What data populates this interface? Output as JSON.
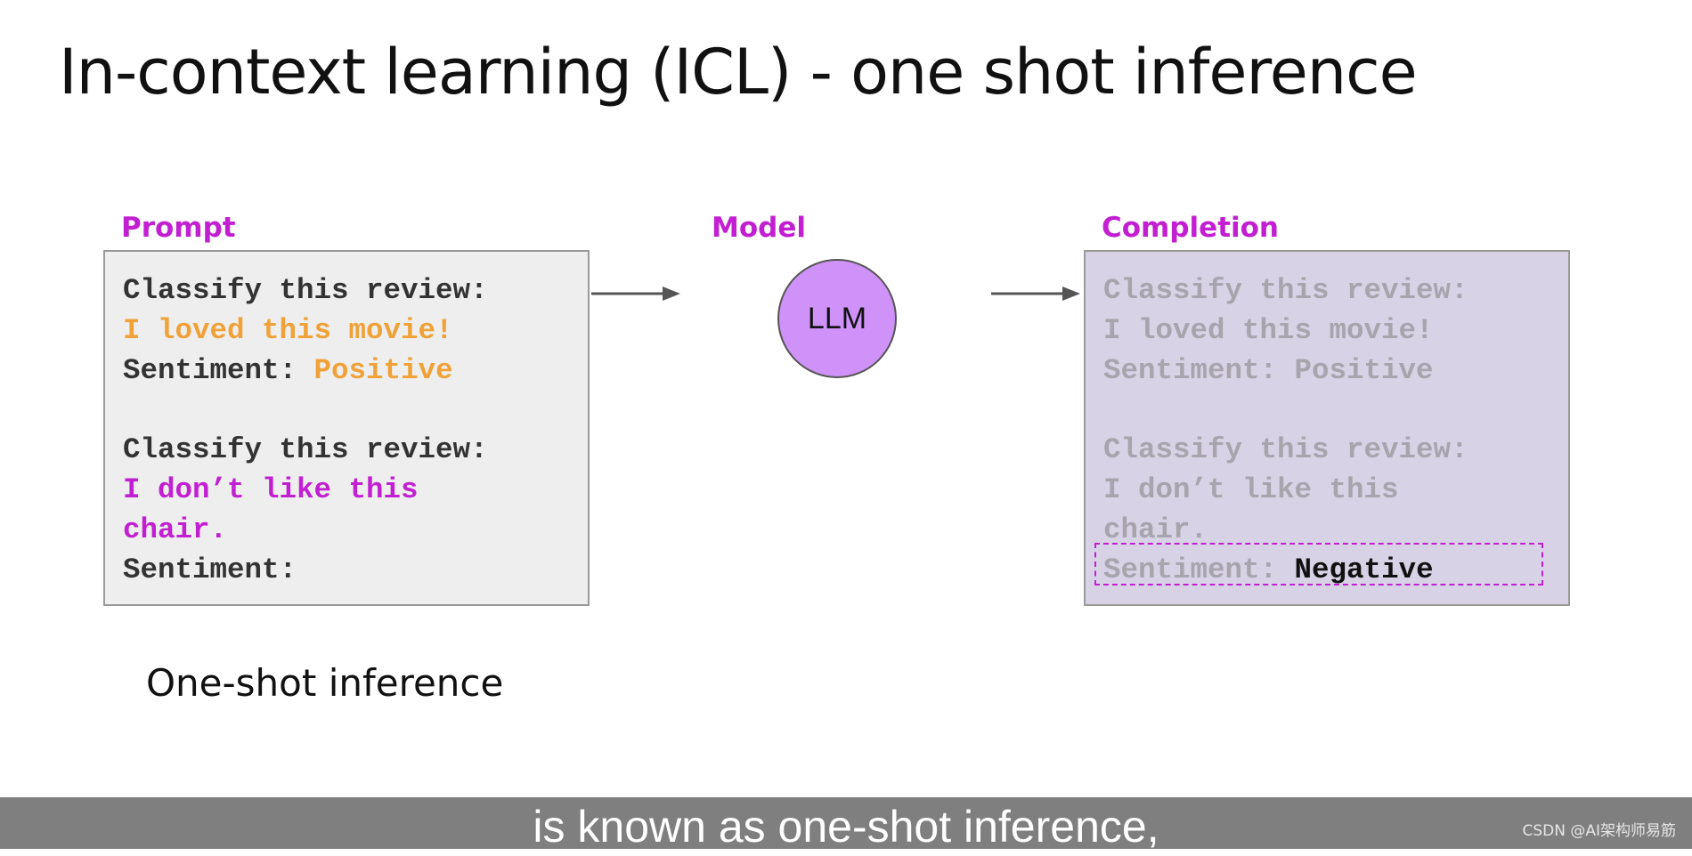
{
  "slide": {
    "title": "In-context learning (ICL) - one shot inference",
    "caption": "One-shot inference"
  },
  "prompt": {
    "label": "Prompt",
    "example_instruction": "Classify this review:",
    "example_review": "I loved this movie!",
    "example_sentiment_label": "Sentiment: ",
    "example_sentiment_value": "Positive",
    "query_instruction": "Classify this review:",
    "query_review_line1": "I don’t like this",
    "query_review_line2": "chair.",
    "query_sentiment_label": "Sentiment:"
  },
  "model": {
    "label": "Model",
    "name": "LLM"
  },
  "completion": {
    "label": "Completion",
    "example_instruction": "Classify this review:",
    "example_review": "I loved this movie!",
    "example_sentiment": "Sentiment: Positive",
    "query_instruction": "Classify this review:",
    "query_review_line1": "I don’t like this",
    "query_review_line2": "chair.",
    "query_sentiment_label": "Sentiment: ",
    "answer": "Negative"
  },
  "subtitle": {
    "text": "is known as one-shot inference,",
    "watermark": "CSDN @AI架构师易筋"
  },
  "colors": {
    "accent_magenta": "#c21fd2",
    "example_orange": "#f0a238",
    "prompt_box_bg": "#eeeeee",
    "completion_box_bg": "#d8d2e6",
    "llm_circle": "#cf92f9",
    "subtitle_bar": "#7f7f7f"
  },
  "icons": {
    "arrow_in": "arrow-right-icon",
    "arrow_out": "arrow-right-icon"
  }
}
